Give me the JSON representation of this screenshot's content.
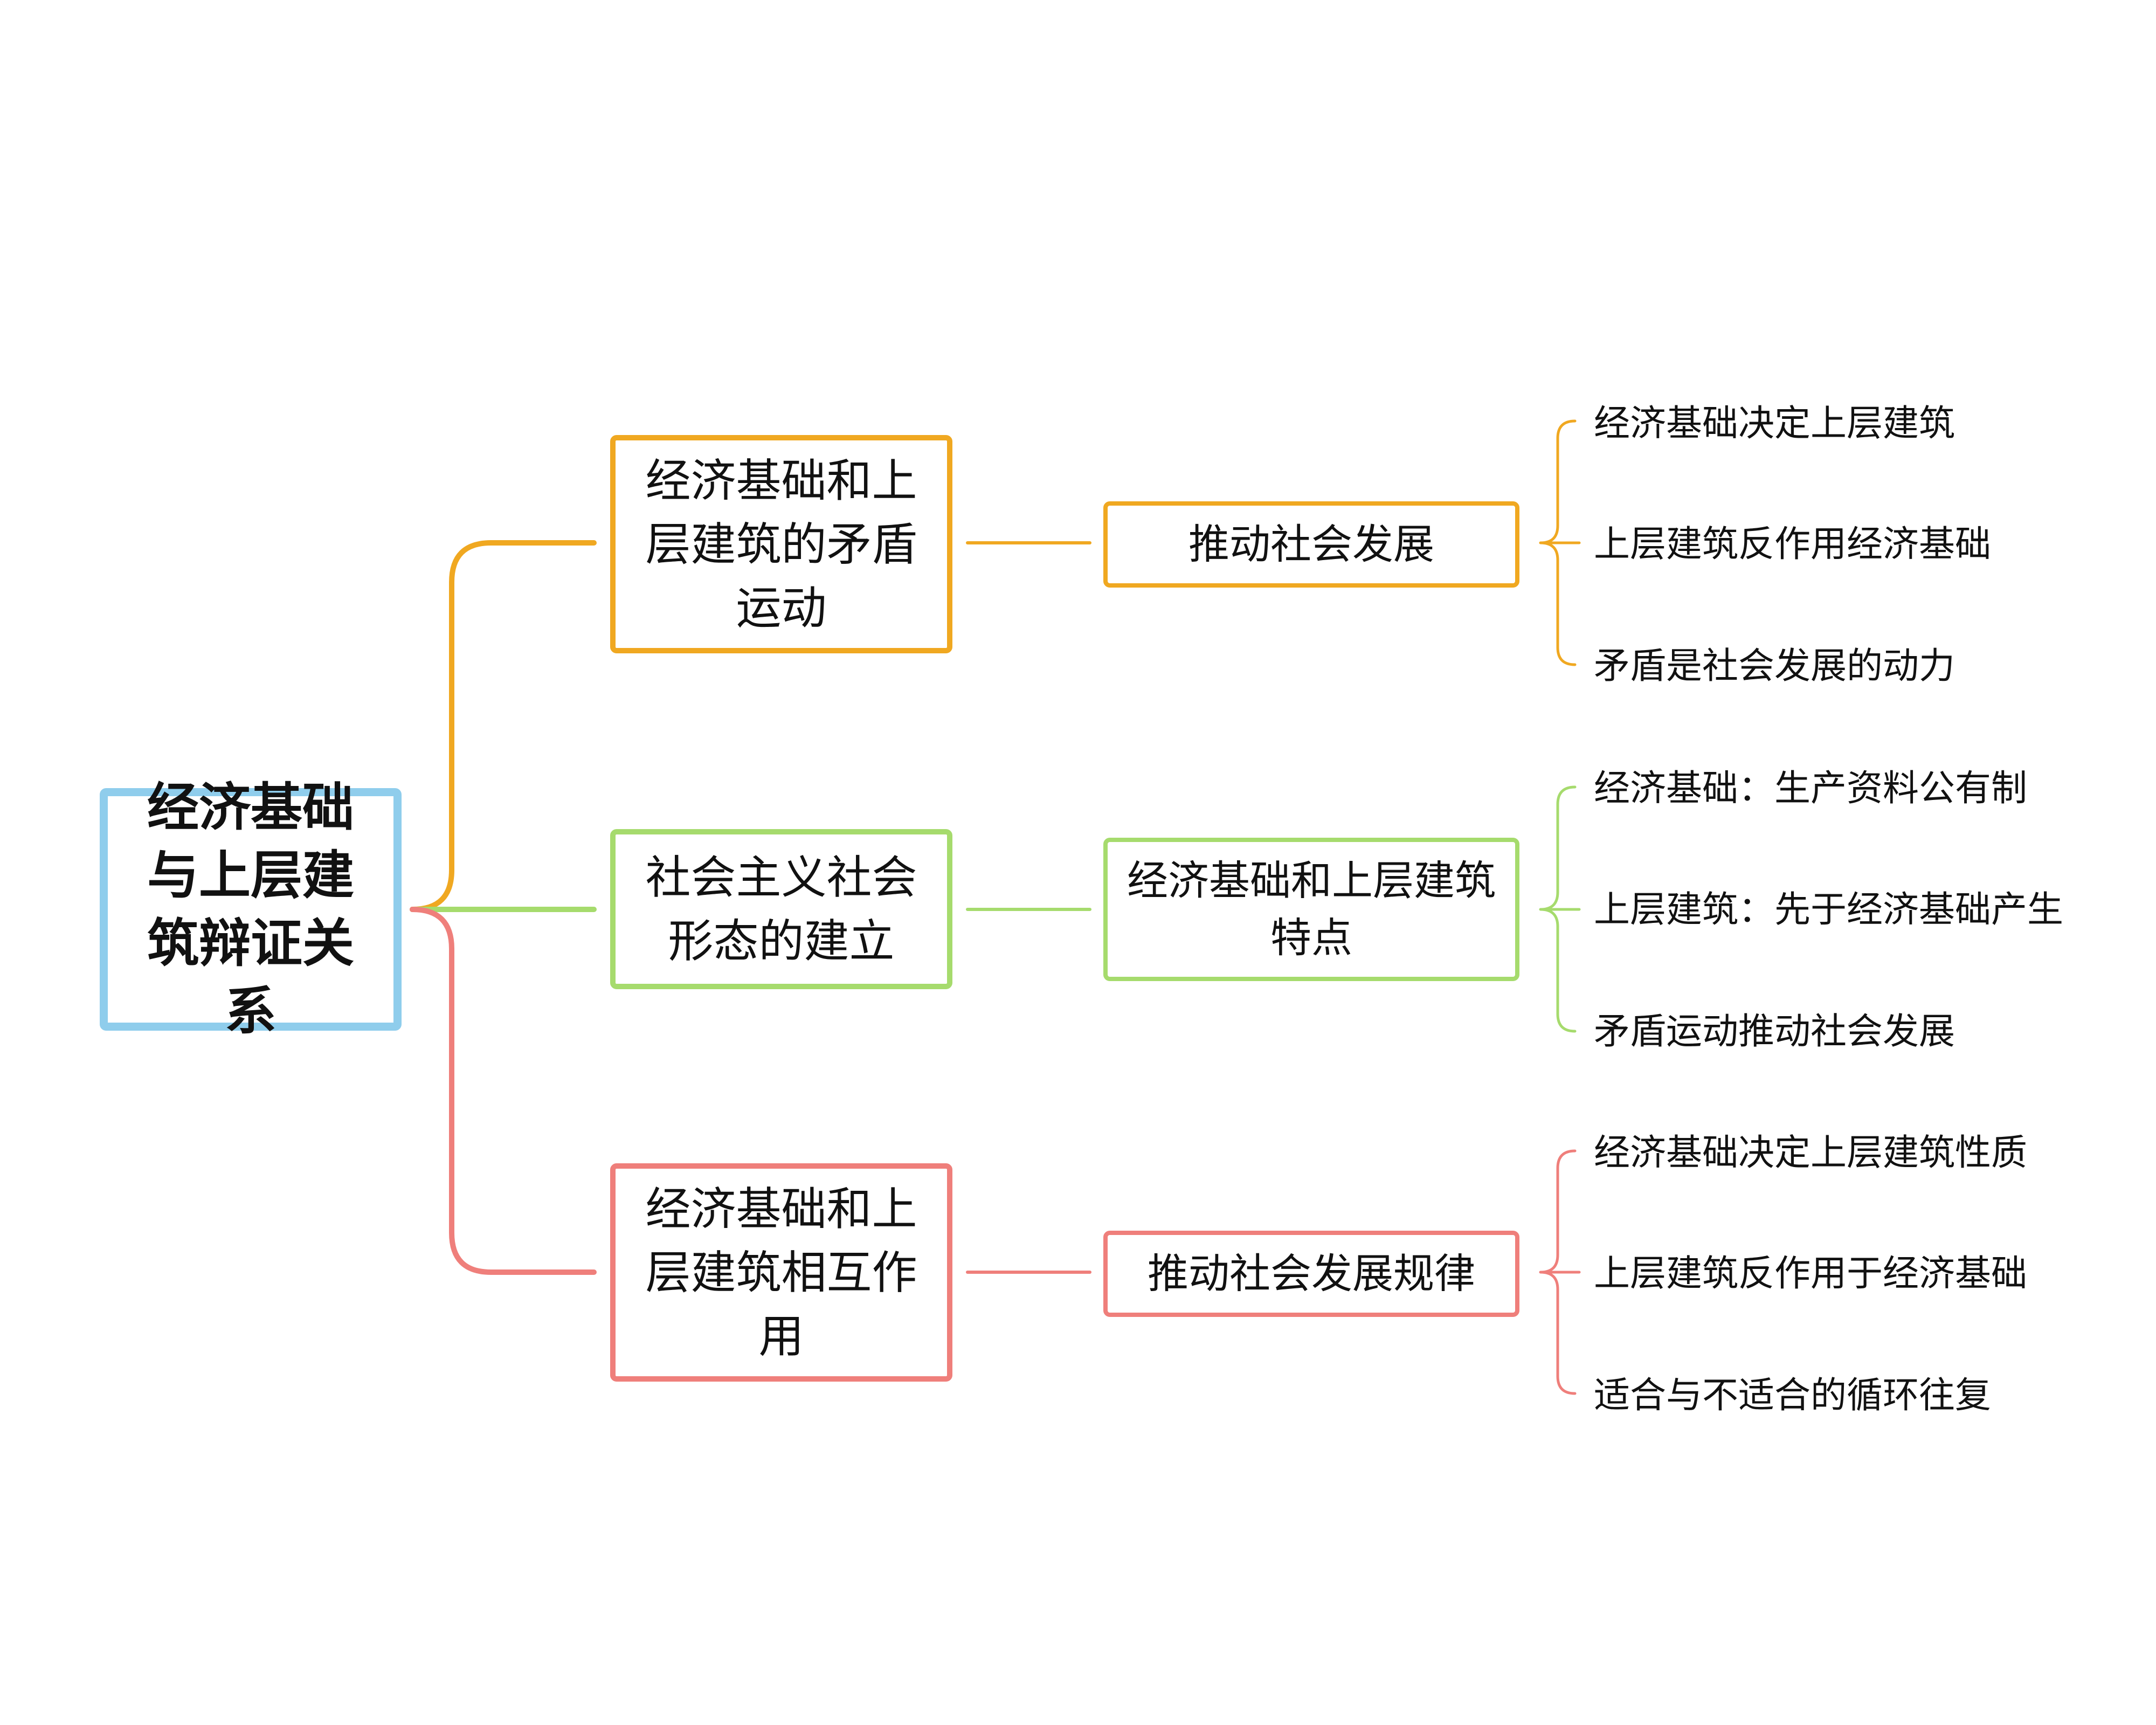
{
  "colors": {
    "root": "#8fcdec",
    "branch1": "#f0a821",
    "branch2": "#a6db6d",
    "branch3": "#ef7f7b"
  },
  "root": {
    "label": "经济基础与上层建筑辩证关系"
  },
  "branches": [
    {
      "label": "经济基础和上层建筑的矛盾运动",
      "result": "推动社会发展",
      "leaves": [
        "经济基础决定上层建筑",
        "上层建筑反作用经济基础",
        "矛盾是社会发展的动力"
      ]
    },
    {
      "label": "社会主义社会形态的建立",
      "result": "经济基础和上层建筑特点",
      "leaves": [
        "经济基础：生产资料公有制",
        "上层建筑：先于经济基础产生",
        "矛盾运动推动社会发展"
      ]
    },
    {
      "label": "经济基础和上层建筑相互作用",
      "result": "推动社会发展规律",
      "leaves": [
        "经济基础决定上层建筑性质",
        "上层建筑反作用于经济基础",
        "适合与不适合的循环往复"
      ]
    }
  ]
}
